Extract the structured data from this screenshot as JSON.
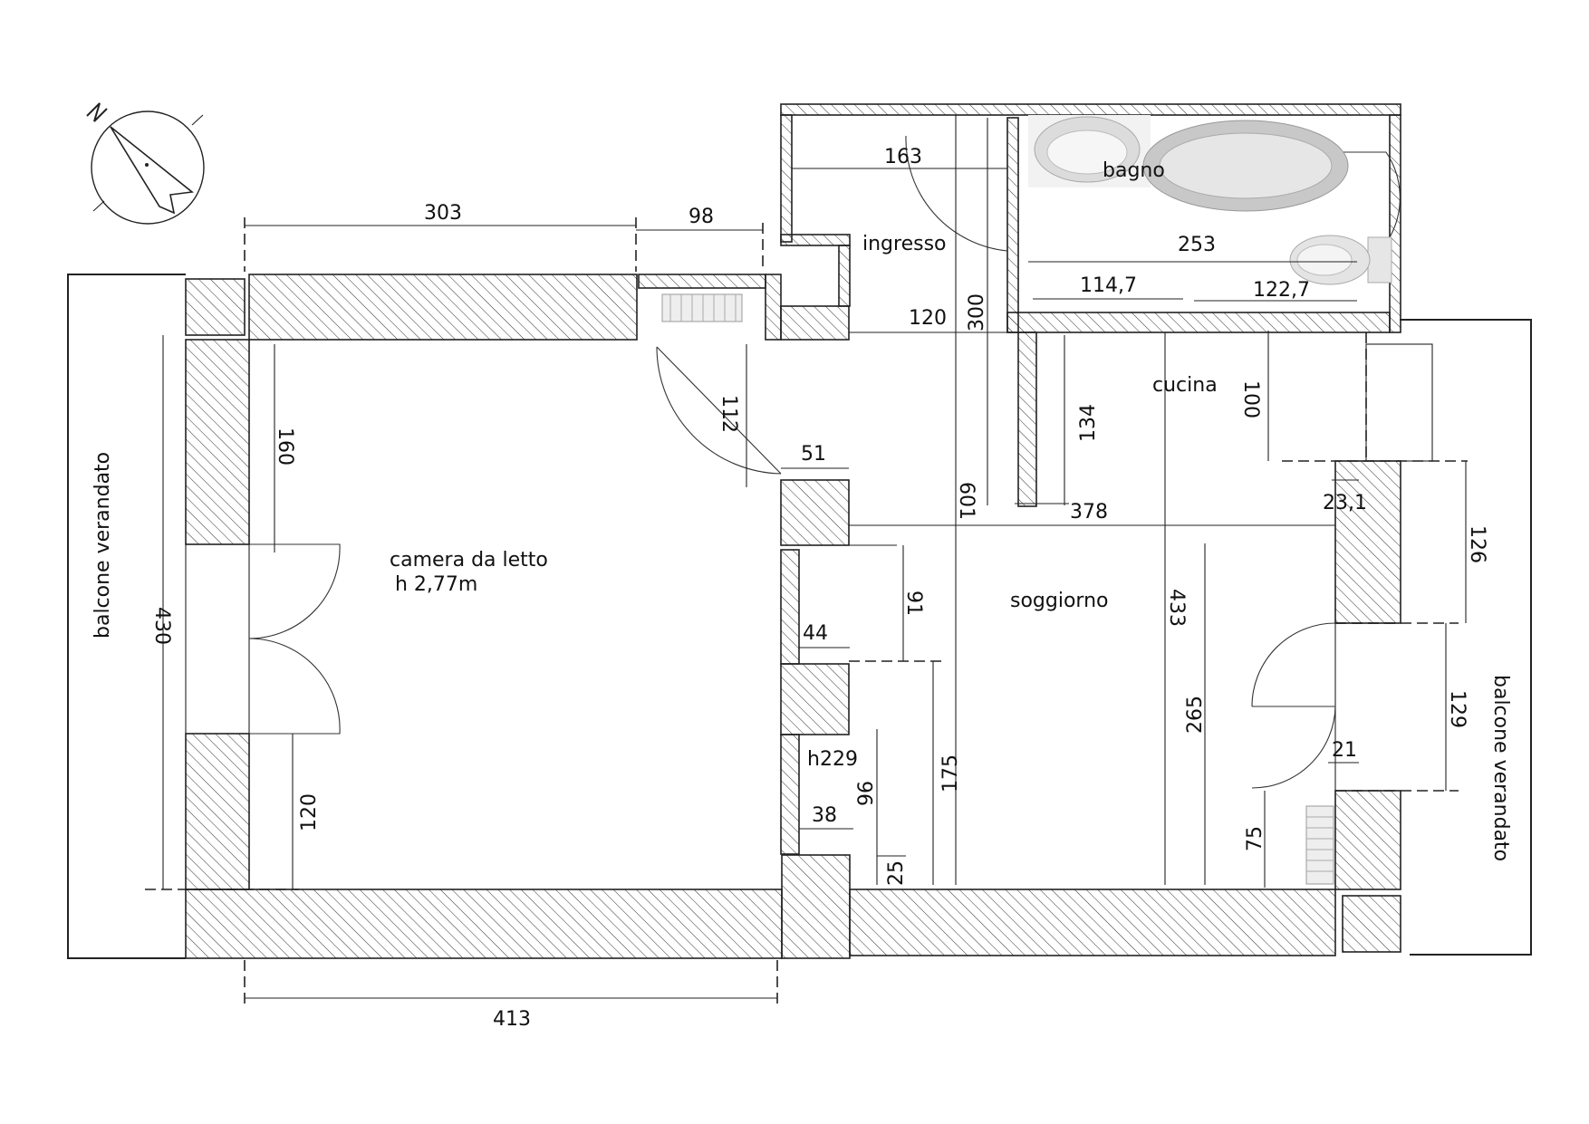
{
  "plan": {
    "rooms": {
      "bedroom": "camera da letto",
      "bedroom_height": "h 2,77m",
      "living": "soggiorno",
      "kitchen": "cucina",
      "entrance": "ingresso",
      "bathroom": "bagno",
      "balcony_left": "balcone verandato",
      "balcony_right": "balcone verandato",
      "niche_height": "h229"
    },
    "dimensions": {
      "top_303": "303",
      "top_98": "98",
      "entry_163": "163",
      "bath_253": "253",
      "bath_114": "114,7",
      "bath_122": "122,7",
      "hall_120": "120",
      "v_300": "300",
      "v_601": "601",
      "v_134": "134",
      "v_378": "378",
      "v_100": "100",
      "d_23": "23,1",
      "v_126": "126",
      "v_129": "129",
      "d_21": "21",
      "v_75": "75",
      "v_433": "433",
      "v_265": "265",
      "v_175": "175",
      "v_96": "96",
      "v_25": "25",
      "d_38": "38",
      "d_44": "44",
      "v_91": "91",
      "d_51": "51",
      "v_112": "112",
      "v_160": "160",
      "v_430": "430",
      "v_120_low": "120",
      "bottom_413": "413"
    }
  }
}
